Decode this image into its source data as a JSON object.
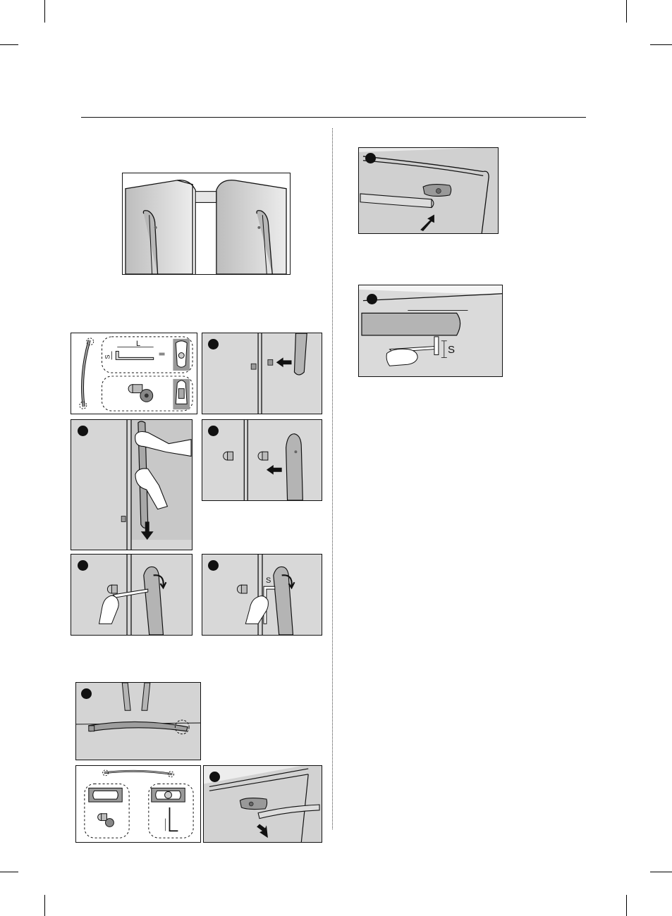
{
  "labels": {
    "dim_length": "L",
    "dim_side": "S",
    "dim_side_step": "S",
    "dim_side_bottom": "S"
  },
  "icons": {
    "step": "step-badge-icon",
    "arrow": "arrow-icon",
    "hand": "hand-icon",
    "hex_key": "hex-wrench-icon",
    "screw": "handle-screw-icon",
    "rotate": "rotate-arrow-icon"
  },
  "colors": {
    "ink": "#111111",
    "panel_fill": "#d4d4d4",
    "panel_light": "#ebebeb",
    "handle_fill": "#9a9a9a"
  }
}
